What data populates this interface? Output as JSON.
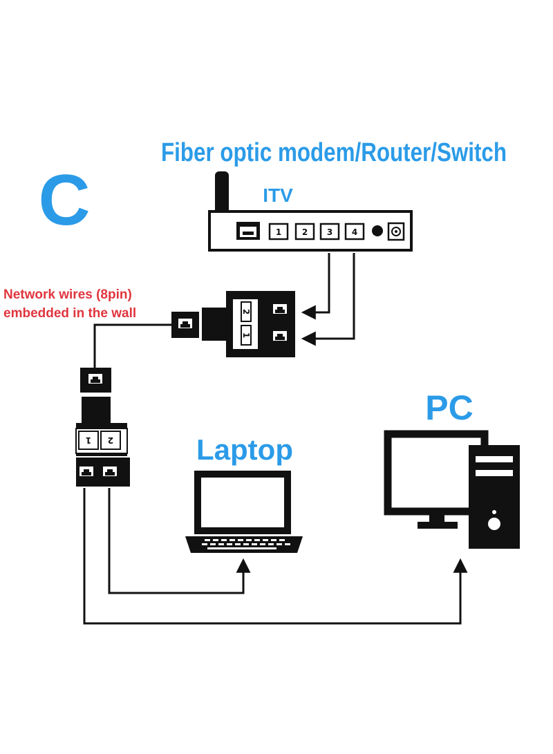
{
  "variant_letter": "C",
  "router": {
    "title": "Fiber optic modem/Router/Switch",
    "tag": "ITV",
    "port_numbers": [
      "1",
      "2",
      "3",
      "4"
    ]
  },
  "wall": {
    "note_line1": "Network wires (8pin)",
    "note_line2": "embedded in the wall"
  },
  "splitter_top": {
    "numbers": [
      "2",
      "1"
    ]
  },
  "splitter_bottom": {
    "numbers": [
      "1",
      "2"
    ]
  },
  "devices": {
    "laptop_label": "Laptop",
    "pc_label": "PC"
  },
  "colors": {
    "accent_blue": "#2b9be8",
    "note_red": "#e0353e",
    "ink": "#111111"
  }
}
